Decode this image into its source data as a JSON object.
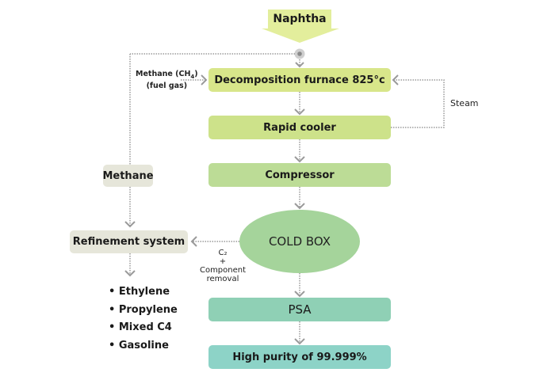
{
  "diagram": {
    "input": "Naphtha",
    "process_steps": [
      {
        "id": "decomposition",
        "label": "Decomposition furnace 825°c"
      },
      {
        "id": "rapid-cooler",
        "label": "Rapid cooler"
      },
      {
        "id": "compressor",
        "label": "Compressor"
      },
      {
        "id": "cold-box",
        "label": "COLD BOX"
      },
      {
        "id": "psa",
        "label": "PSA"
      },
      {
        "id": "high-purity",
        "label": "High purity of 99.999%"
      }
    ],
    "side_nodes": {
      "methane": "Methane",
      "refinement": "Refinement system"
    },
    "annotations": {
      "methane_fuel_line1": "Methane (CH",
      "methane_fuel_sub": "4",
      "methane_fuel_close": ")",
      "methane_fuel_line2": "(fuel gas)",
      "steam": "Steam",
      "c2_line1": "C₂",
      "c2_line2": "+",
      "c2_line3": "Component",
      "c2_line4": "removal"
    },
    "products": [
      "Ethylene",
      "Propylene",
      "Mixed C4",
      "Gasoline"
    ],
    "colors": {
      "naphtha_arrow": "#e3ee9c",
      "decomposition": "#d8e68a",
      "rapid_cooler": "#cde28a",
      "compressor": "#bcdc96",
      "cold_box": "#a5d49b",
      "psa": "#8fd0b5",
      "high_purity": "#8dd3c7",
      "side_node": "#e6e6da",
      "connector": "#9a9a9a"
    }
  }
}
